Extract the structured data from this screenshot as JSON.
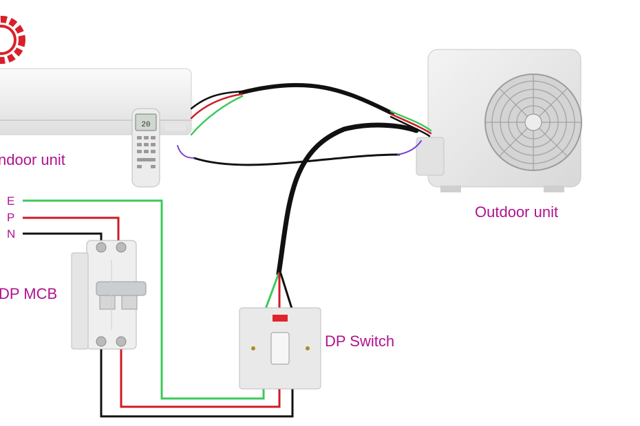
{
  "labels": {
    "indoor_unit": "ndoor unit",
    "outdoor_unit": "Outdoor unit",
    "dp_mcb": "DP MCB",
    "dp_switch": "DP Switch",
    "earth": "E",
    "phase": "P",
    "neutral": "N"
  },
  "remote_display": "20",
  "colors": {
    "label": "#b0128f",
    "earth_wire": "#3cc95a",
    "phase_wire": "#cc1b26",
    "neutral_wire": "#111111",
    "interconnect_extra": "#7a3fd0",
    "logo": "#d9202a"
  },
  "icons": [
    "gear-logo-icon",
    "fan-grille-icon",
    "switch-indicator-icon"
  ]
}
